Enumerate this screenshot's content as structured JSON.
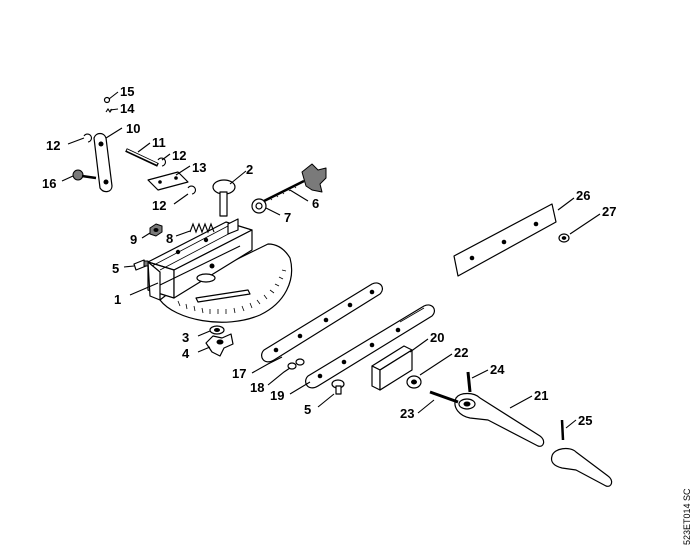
{
  "diagram": {
    "callouts": [
      {
        "id": "1",
        "text": "1"
      },
      {
        "id": "2",
        "text": "2"
      },
      {
        "id": "3",
        "text": "3"
      },
      {
        "id": "4",
        "text": "4"
      },
      {
        "id": "5a",
        "text": "5"
      },
      {
        "id": "5b",
        "text": "5"
      },
      {
        "id": "6",
        "text": "6"
      },
      {
        "id": "7",
        "text": "7"
      },
      {
        "id": "8",
        "text": "8"
      },
      {
        "id": "9",
        "text": "9"
      },
      {
        "id": "10",
        "text": "10"
      },
      {
        "id": "11",
        "text": "11"
      },
      {
        "id": "12a",
        "text": "12"
      },
      {
        "id": "12b",
        "text": "12"
      },
      {
        "id": "12c",
        "text": "12"
      },
      {
        "id": "13",
        "text": "13"
      },
      {
        "id": "14",
        "text": "14"
      },
      {
        "id": "15",
        "text": "15"
      },
      {
        "id": "16",
        "text": "16"
      },
      {
        "id": "17",
        "text": "17"
      },
      {
        "id": "18",
        "text": "18"
      },
      {
        "id": "19",
        "text": "19"
      },
      {
        "id": "20",
        "text": "20"
      },
      {
        "id": "21",
        "text": "21"
      },
      {
        "id": "22",
        "text": "22"
      },
      {
        "id": "23",
        "text": "23"
      },
      {
        "id": "24",
        "text": "24"
      },
      {
        "id": "25",
        "text": "25"
      },
      {
        "id": "26",
        "text": "26"
      },
      {
        "id": "27",
        "text": "27"
      }
    ],
    "drawing_code": "523ET014 SC"
  }
}
